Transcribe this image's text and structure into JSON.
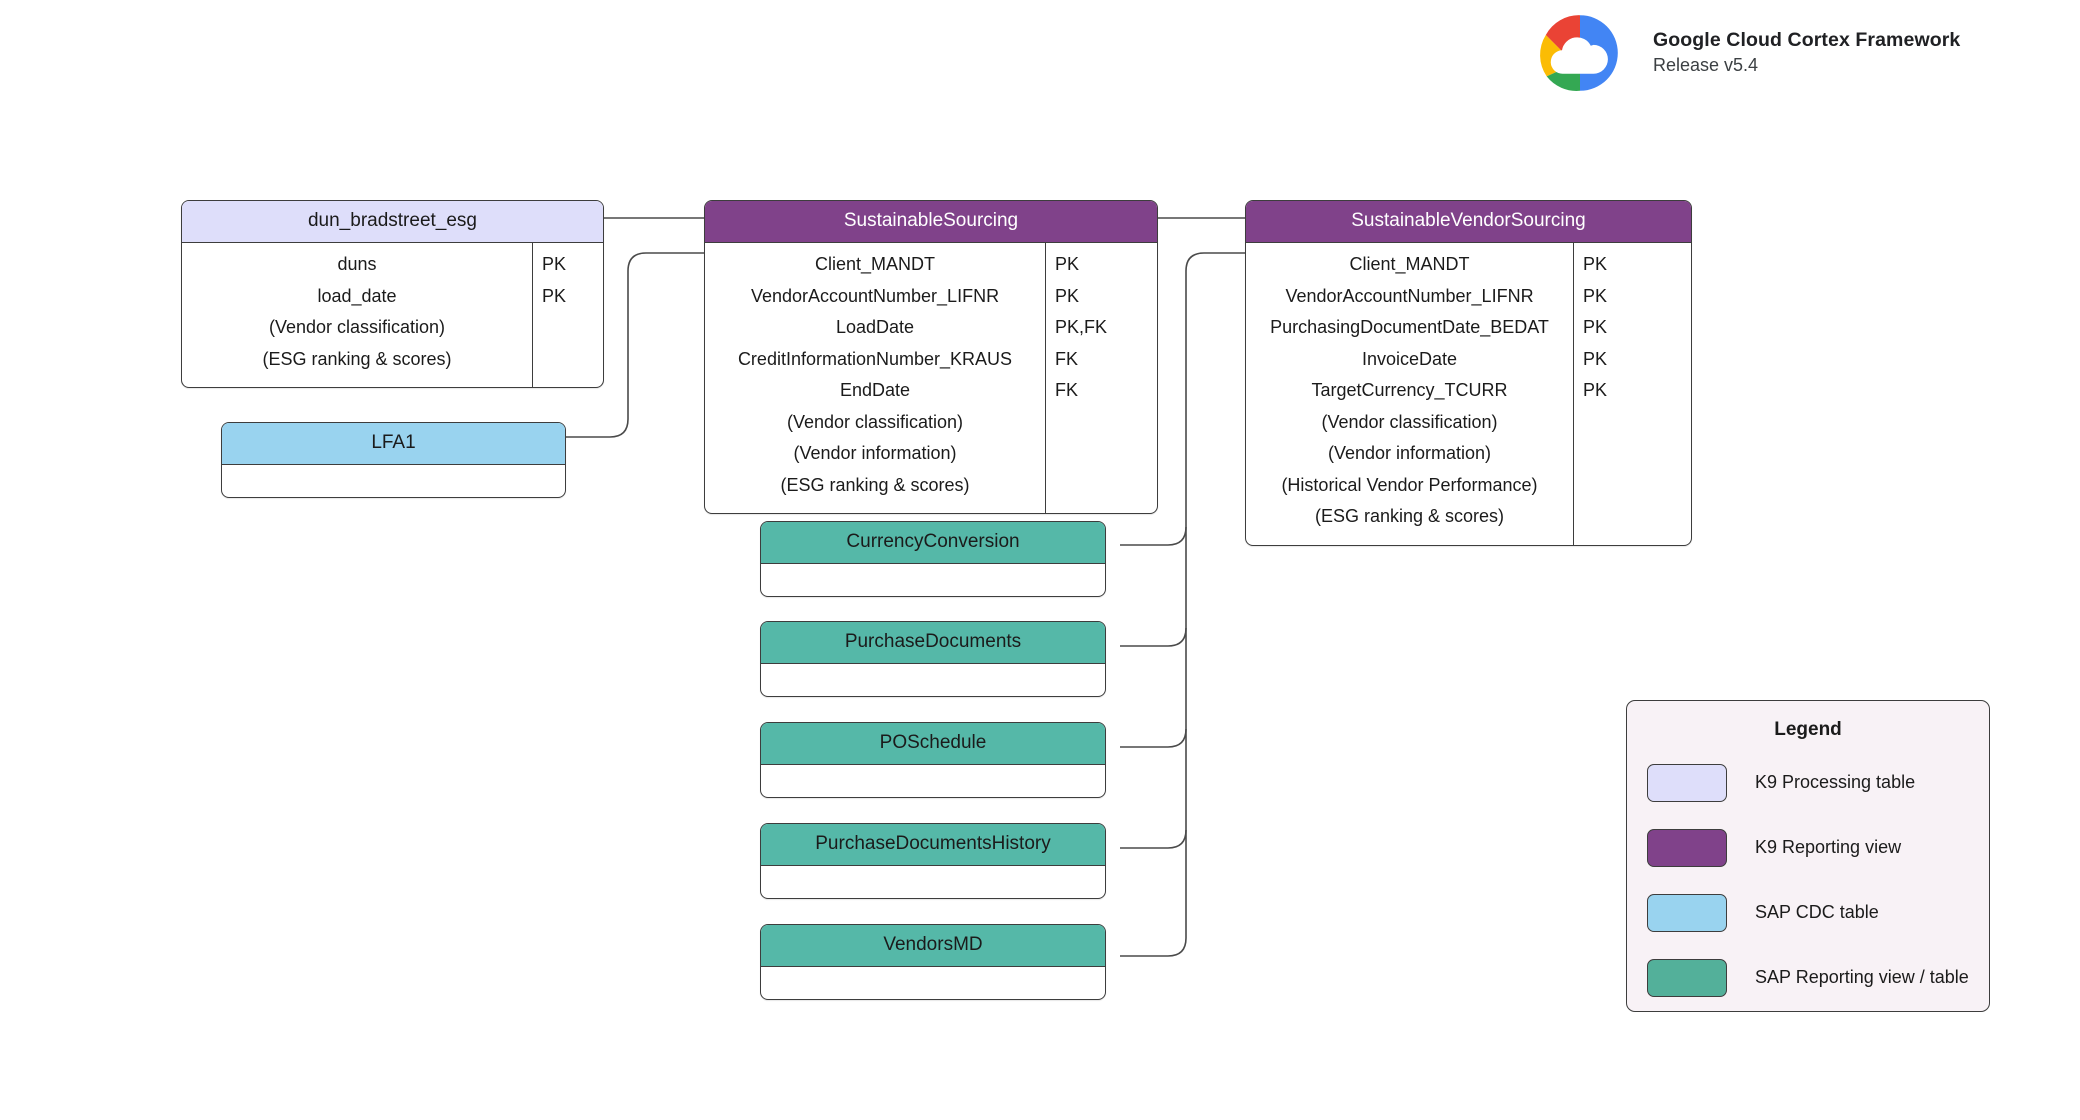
{
  "brand": {
    "title": "Google Cloud Cortex Framework",
    "release": "Release v5.4",
    "logo_icon": "google-cloud-logo"
  },
  "palette": {
    "k9_processing_table": "#dedefa",
    "k9_reporting_view": "#80428a",
    "sap_cdc_table": "#99d3ef",
    "sap_reporting_view": "#55b8a8",
    "border": "#3d3d3d",
    "connector": "#4a4a4a",
    "legend_background": "#f8f2f6"
  },
  "entities": [
    {
      "id": "dun_bradstreet_esg",
      "name": "dun_bradstreet_esg",
      "type": "k9-processing-table",
      "fields": [
        "duns",
        "load_date",
        "(Vendor classification)",
        "(ESG ranking & scores)"
      ],
      "keys": [
        "PK",
        "PK",
        "",
        ""
      ]
    },
    {
      "id": "lfa1",
      "name": "LFA1",
      "type": "sap-cdc-table",
      "fields": [],
      "keys": []
    },
    {
      "id": "sustainable_sourcing",
      "name": "SustainableSourcing",
      "type": "k9-reporting-view",
      "fields": [
        "Client_MANDT",
        "VendorAccountNumber_LIFNR",
        "LoadDate",
        "CreditInformationNumber_KRAUS",
        "EndDate",
        "(Vendor classification)",
        "(Vendor information)",
        "(ESG ranking & scores)"
      ],
      "keys": [
        "PK",
        "PK",
        "PK,FK",
        "FK",
        "FK",
        "",
        "",
        ""
      ]
    },
    {
      "id": "sustainable_vendor_sourcing",
      "name": "SustainableVendorSourcing",
      "type": "k9-reporting-view",
      "fields": [
        "Client_MANDT",
        "VendorAccountNumber_LIFNR",
        "PurchasingDocumentDate_BEDAT",
        "InvoiceDate",
        "TargetCurrency_TCURR",
        "(Vendor classification)",
        "(Vendor information)",
        "(Historical Vendor Performance)",
        "(ESG ranking & scores)"
      ],
      "keys": [
        "PK",
        "PK",
        "PK",
        "PK",
        "PK",
        "",
        "",
        "",
        ""
      ]
    },
    {
      "id": "currency_conversion",
      "name": "CurrencyConversion",
      "type": "sap-reporting-view",
      "fields": [],
      "keys": []
    },
    {
      "id": "purchase_documents",
      "name": "PurchaseDocuments",
      "type": "sap-reporting-view",
      "fields": [],
      "keys": []
    },
    {
      "id": "po_schedule",
      "name": "POSchedule",
      "type": "sap-reporting-view",
      "fields": [],
      "keys": []
    },
    {
      "id": "purchase_documents_history",
      "name": "PurchaseDocumentsHistory",
      "type": "sap-reporting-view",
      "fields": [],
      "keys": []
    },
    {
      "id": "vendors_md",
      "name": "VendorsMD",
      "type": "sap-reporting-view",
      "fields": [],
      "keys": []
    }
  ],
  "relationships": [
    {
      "from": "dun_bradstreet_esg",
      "to": "sustainable_sourcing"
    },
    {
      "from": "lfa1",
      "to": "sustainable_sourcing"
    },
    {
      "from": "sustainable_sourcing",
      "to": "sustainable_vendor_sourcing"
    },
    {
      "from": "currency_conversion",
      "to": "sustainable_vendor_sourcing"
    },
    {
      "from": "purchase_documents",
      "to": "sustainable_vendor_sourcing"
    },
    {
      "from": "po_schedule",
      "to": "sustainable_vendor_sourcing"
    },
    {
      "from": "purchase_documents_history",
      "to": "sustainable_vendor_sourcing"
    },
    {
      "from": "vendors_md",
      "to": "sustainable_vendor_sourcing"
    }
  ],
  "legend": {
    "title": "Legend",
    "items": [
      {
        "label": "K9 Processing table",
        "color": "#dedefa"
      },
      {
        "label": "K9 Reporting view",
        "color": "#80428a"
      },
      {
        "label": "SAP CDC table",
        "color": "#99d3ef"
      },
      {
        "label": "SAP Reporting view / table",
        "color": "#53b09a"
      }
    ]
  }
}
